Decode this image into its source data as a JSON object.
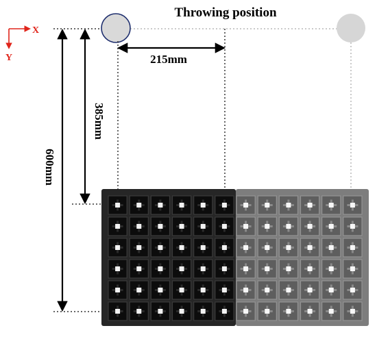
{
  "title": "Throwing position",
  "axes": {
    "x_label": "X",
    "y_label": "Y",
    "color": "#e0251b"
  },
  "dimensions": {
    "horizontal_offset": "215mm",
    "vertical_short": "385mm",
    "vertical_long": "600mm"
  },
  "tray": {
    "rows": 6,
    "cols": 12,
    "dark_cols": 6,
    "dark_color": "#262626",
    "light_color": "#7d7d7d"
  },
  "colors": {
    "active_circle_stroke": "#1f2f6e",
    "active_circle_fill": "#d9d9d9",
    "ghost_circle_fill": "#d6d6d6",
    "dotted_dark": "#333333",
    "dotted_light": "#b9b9b9"
  }
}
